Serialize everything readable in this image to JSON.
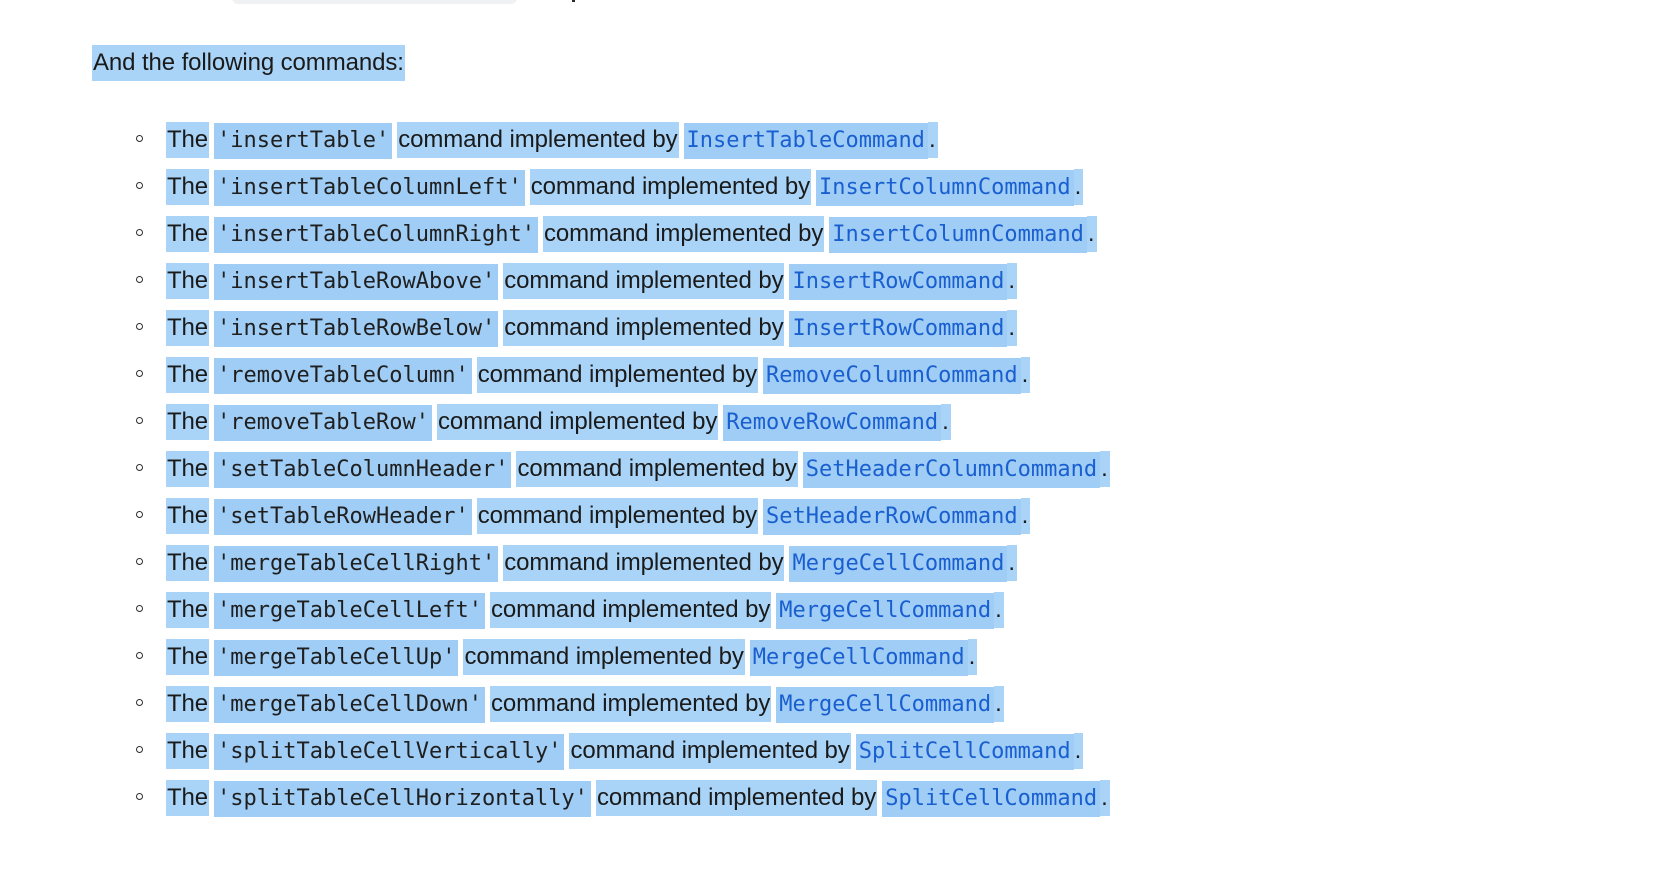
{
  "page": {
    "intro_text": "And the following commands:",
    "colors": {
      "selection_highlight": "#a9d4f7",
      "code_highlight": "#9fcdf5",
      "link_blue": "#1a5fd0",
      "body_text": "#1a1a1a",
      "page_background": "#ffffff",
      "top_clip_pill": "#f0f1f2"
    }
  },
  "commands": [
    {
      "prefix": "The",
      "code": "'insertTable'",
      "middle": "command implemented by",
      "link": "InsertTableCommand",
      "suffix": "."
    },
    {
      "prefix": "The",
      "code": "'insertTableColumnLeft'",
      "middle": "command implemented by",
      "link": "InsertColumnCommand",
      "suffix": "."
    },
    {
      "prefix": "The",
      "code": "'insertTableColumnRight'",
      "middle": "command implemented by",
      "link": "InsertColumnCommand",
      "suffix": "."
    },
    {
      "prefix": "The",
      "code": "'insertTableRowAbove'",
      "middle": "command implemented by",
      "link": "InsertRowCommand",
      "suffix": "."
    },
    {
      "prefix": "The",
      "code": "'insertTableRowBelow'",
      "middle": "command implemented by",
      "link": "InsertRowCommand",
      "suffix": "."
    },
    {
      "prefix": "The",
      "code": "'removeTableColumn'",
      "middle": "command implemented by",
      "link": "RemoveColumnCommand",
      "suffix": "."
    },
    {
      "prefix": "The",
      "code": "'removeTableRow'",
      "middle": "command implemented by",
      "link": "RemoveRowCommand",
      "suffix": "."
    },
    {
      "prefix": "The",
      "code": "'setTableColumnHeader'",
      "middle": "command implemented by",
      "link": "SetHeaderColumnCommand",
      "suffix": "."
    },
    {
      "prefix": "The",
      "code": "'setTableRowHeader'",
      "middle": "command implemented by",
      "link": "SetHeaderRowCommand",
      "suffix": "."
    },
    {
      "prefix": "The",
      "code": "'mergeTableCellRight'",
      "middle": "command implemented by",
      "link": "MergeCellCommand",
      "suffix": "."
    },
    {
      "prefix": "The",
      "code": "'mergeTableCellLeft'",
      "middle": "command implemented by",
      "link": "MergeCellCommand",
      "suffix": "."
    },
    {
      "prefix": "The",
      "code": "'mergeTableCellUp'",
      "middle": "command implemented by",
      "link": "MergeCellCommand",
      "suffix": "."
    },
    {
      "prefix": "The",
      "code": "'mergeTableCellDown'",
      "middle": "command implemented by",
      "link": "MergeCellCommand",
      "suffix": "."
    },
    {
      "prefix": "The",
      "code": "'splitTableCellVertically'",
      "middle": "command implemented by",
      "link": "SplitCellCommand",
      "suffix": "."
    },
    {
      "prefix": "The",
      "code": "'splitTableCellHorizontally'",
      "middle": "command implemented by",
      "link": "SplitCellCommand",
      "suffix": "."
    }
  ]
}
